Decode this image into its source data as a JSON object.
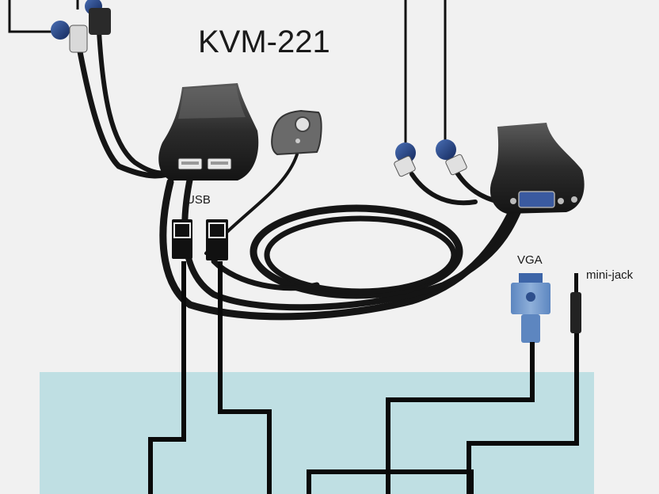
{
  "diagram": {
    "title": "KVM-221",
    "labels": {
      "usb": "USB",
      "vga": "VGA",
      "mini_jack": "mini-jack"
    }
  },
  "colors": {
    "background": "#f1f1f1",
    "panel": "#bfdfe3",
    "cable": "#141414",
    "wire": "#0f0f0f",
    "vga_connector": "#6f95c6",
    "ps2_plug": "#1e3a78",
    "device_body": "#2a2a2a"
  }
}
